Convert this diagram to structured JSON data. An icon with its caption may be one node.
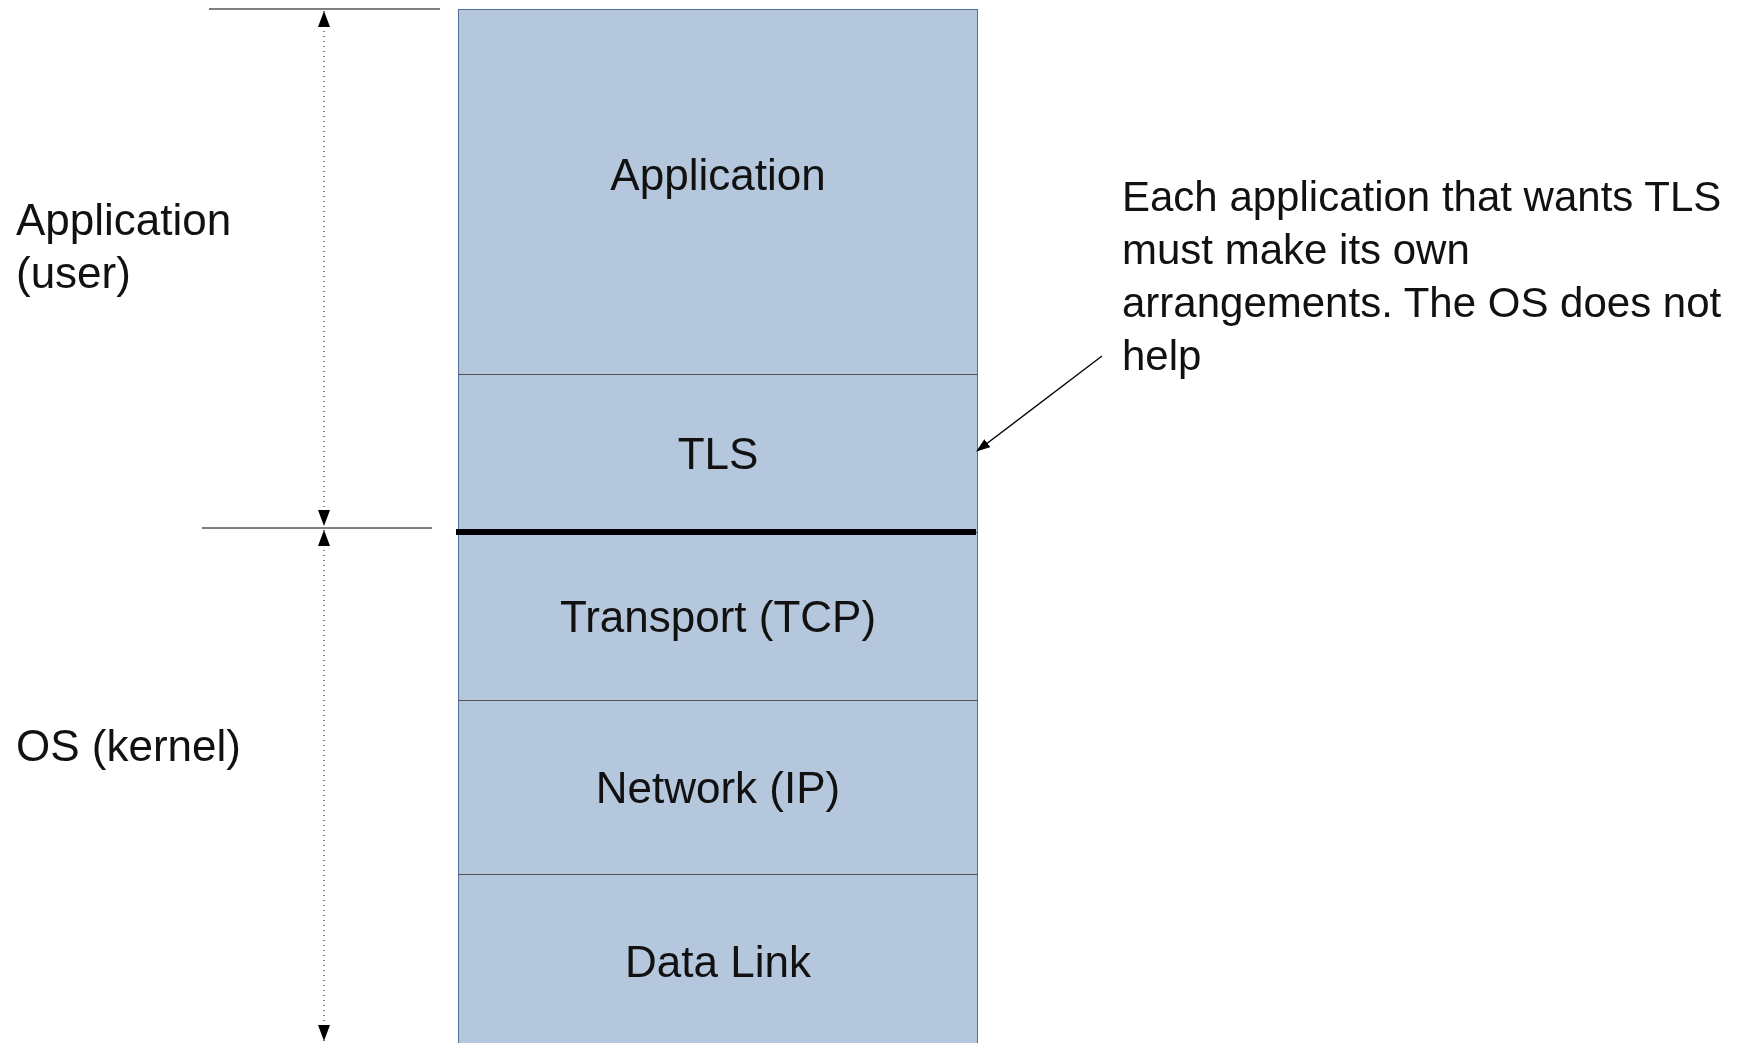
{
  "diagram": {
    "nodes": [
      {
        "text": [
          "Application"
        ]
      },
      {
        "text": [
          "TLS"
        ]
      },
      {
        "text": [
          "Transport (TCP)"
        ]
      },
      {
        "text": [
          "Network (IP)"
        ]
      },
      {
        "text": [
          "Data Link"
        ]
      },
      {
        "text": [
          "Each application that wants TLS must make its own arrangements. The OS does not help"
        ]
      }
    ],
    "edges": [
      {
        "from": 5,
        "to": 1,
        "arrow": "to"
      }
    ],
    "labels": [
      "Application (user)",
      "OS (kernel)"
    ]
  }
}
